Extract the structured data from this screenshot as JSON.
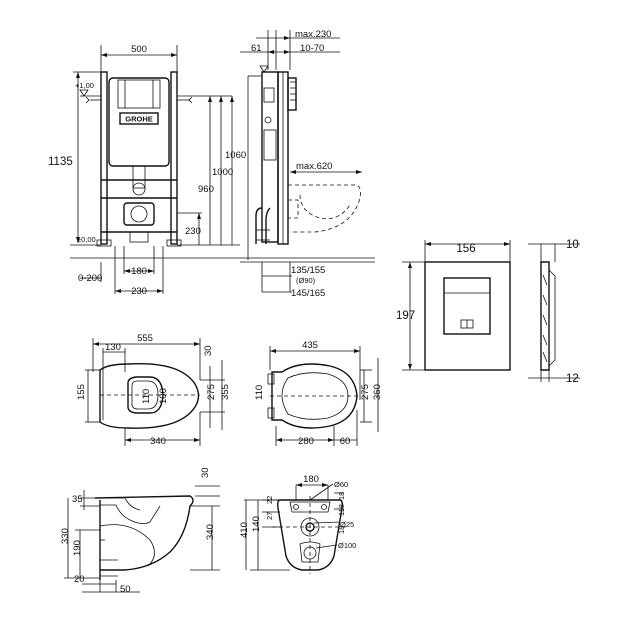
{
  "frame_front": {
    "w500": "500",
    "h1135": "1135",
    "h1060": "1060",
    "h1000": "1000",
    "h960": "960",
    "h230": "230",
    "plus100": "+1,00",
    "pm000": "±0,00",
    "r0_200": "0-200",
    "w180": "180",
    "w230": "230",
    "brand": "GROHE"
  },
  "frame_side": {
    "d61": "61",
    "max230": "max.230",
    "r10_70": "10-70",
    "max620": "max.620",
    "d135": "135/155",
    "d90": "(Ø90)",
    "d145": "145/165"
  },
  "plate": {
    "w156": "156",
    "h197": "197",
    "d10": "10",
    "d12": "12"
  },
  "bowl_top": {
    "d555": "555",
    "d130": "130",
    "d30": "30",
    "d155": "155",
    "d110": "110",
    "d100": "100",
    "d275": "275",
    "d355": "355",
    "d340": "340"
  },
  "seat_top": {
    "d435": "435",
    "d110": "110",
    "d275": "275",
    "d360": "360",
    "d280": "280",
    "d60": "60"
  },
  "bowl_side": {
    "d30": "30",
    "d35": "35",
    "d330": "330",
    "d190": "190",
    "d340": "340",
    "d20": "20",
    "d50": "50"
  },
  "bowl_back": {
    "d180": "180",
    "o60": "Ø60",
    "d18a": "18",
    "d27": "27",
    "d22": "22",
    "o25": "Ø25",
    "d140": "140",
    "d410": "410",
    "d118": "118",
    "d18b": "18",
    "o100": "Ø100"
  }
}
